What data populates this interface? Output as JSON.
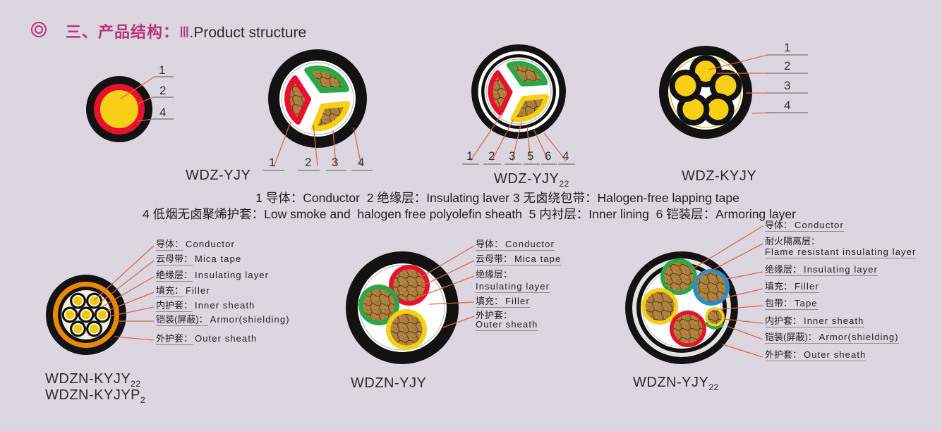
{
  "colors": {
    "background": "#dbd6e0",
    "title_accent": "#b5337e",
    "leader_line": "#e0663f",
    "cable_black": "#121212",
    "conductor_tan": "#b28544",
    "insulation_red": "#e8112d",
    "insulation_yellow": "#f6cf16",
    "insulation_green": "#2aa847",
    "insulation_blue": "#1f8fd0",
    "armor_orange": "#e8890c",
    "filler_cream": "#f6f0d8"
  },
  "header": {
    "bullet_icon": "double-circle-icon",
    "title_zh": "三、产品结构：",
    "title_num": "Ⅲ",
    "title_en": ".Product structure"
  },
  "legend": {
    "line1": "1 导体：Conductor  2 绝缘层：Insulating laver 3 无卤绕包带：Halogen-free lapping tape",
    "line2": "4 低烟无卤聚烯护套：Low smoke and  halogen free polyolefin sheath  5 内衬层：Inner lining  6 铠装层：Armoring layer"
  },
  "cables": [
    {
      "name": "WDZ-YJY",
      "name_sub": "",
      "callouts": [
        "1",
        "2",
        "4"
      ]
    },
    {
      "callouts": [
        "1",
        "2",
        "3",
        "4"
      ]
    },
    {
      "name": "WDZ-YJY",
      "name_sub": "22",
      "callouts": [
        "1",
        "2",
        "3",
        "5",
        "6",
        "4"
      ]
    },
    {
      "name": "WDZ-KYJY",
      "name_sub": "",
      "callouts": [
        "1",
        "2",
        "3",
        "4"
      ]
    },
    {
      "name": "WDZN-KYJY",
      "name_sub": "22",
      "name2": "WDZN-KYJYP",
      "name2_sub": "2",
      "labels": [
        {
          "zh": "导体：",
          "en": "Conductor"
        },
        {
          "zh": "云母带：",
          "en": "Mica tape"
        },
        {
          "zh": "绝缘层：",
          "en": "Insulating layer"
        },
        {
          "zh": "填充：",
          "en": "Filler"
        },
        {
          "zh": "内护套：",
          "en": "Inner sheath"
        },
        {
          "zh": "铠装(屏蔽)：",
          "en": "Armor(shielding)"
        },
        {
          "zh": "外护套：",
          "en": "Outer sheath"
        }
      ]
    },
    {
      "name": "WDZN-YJY",
      "name_sub": "",
      "labels": [
        {
          "zh": "导体：",
          "en": "Conductor"
        },
        {
          "zh": "云母带：",
          "en": "Mica tape"
        },
        {
          "zh": "绝缘层：",
          "en": "Insulating layer"
        },
        {
          "zh": "填充：",
          "en": "Filler"
        },
        {
          "zh": "外护套：",
          "en": "Outer sheath"
        }
      ]
    },
    {
      "name": "WDZN-YJY",
      "name_sub": "22",
      "labels": [
        {
          "zh": "导体：",
          "en": "Conductor"
        },
        {
          "zh": "耐火隔离层：",
          "en": "Flame resistant insulating layer"
        },
        {
          "zh": "绝缘层：",
          "en": "Insulating layer"
        },
        {
          "zh": "填充：",
          "en": "Filler"
        },
        {
          "zh": "包带：",
          "en": "Tape"
        },
        {
          "zh": "内护套：",
          "en": "Inner sheath"
        },
        {
          "zh": "铠装(屏蔽)：",
          "en": "Armor(shielding)"
        },
        {
          "zh": "外护套：",
          "en": "Outer sheath"
        }
      ]
    }
  ]
}
